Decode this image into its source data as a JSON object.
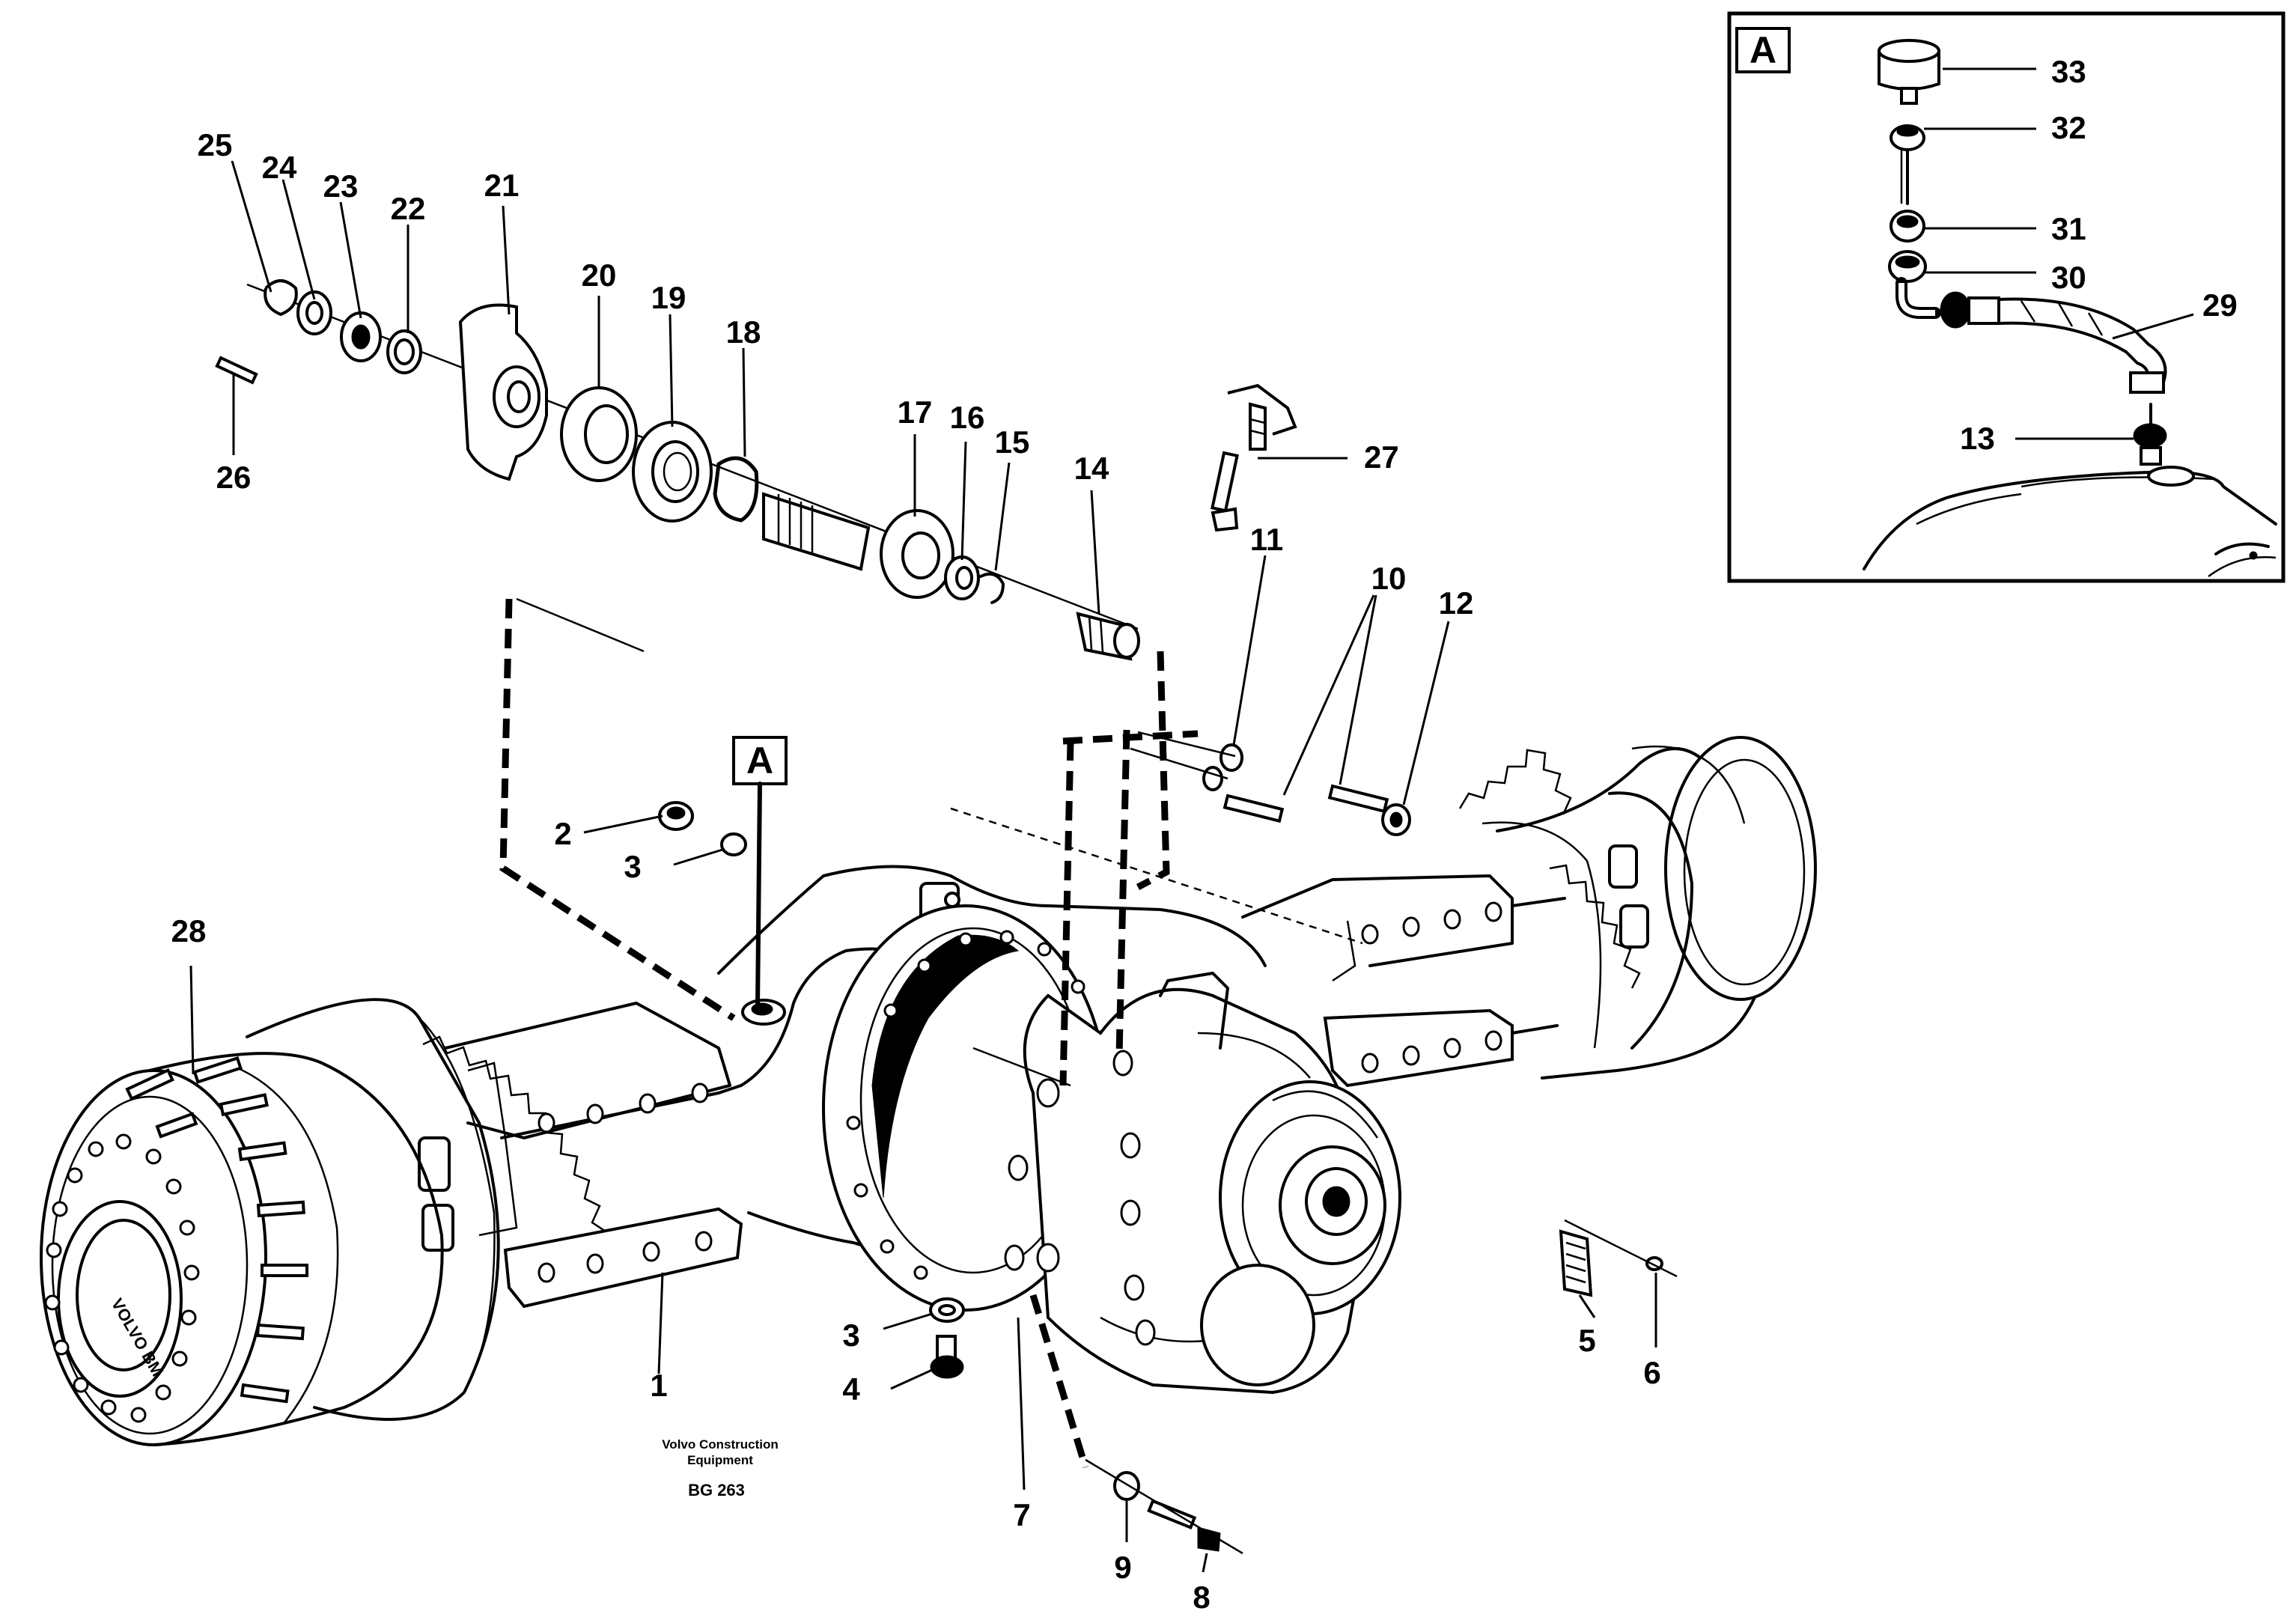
{
  "inset": {
    "letter": "A"
  },
  "callout": {
    "letter": "A"
  },
  "caption": {
    "line1": "Volvo Construction",
    "line2": "Equipment",
    "ref": "BG 263"
  },
  "labels": {
    "p1": "1",
    "p2": "2",
    "p3a": "3",
    "p3b": "3",
    "p4": "4",
    "p5": "5",
    "p6": "6",
    "p7": "7",
    "p8": "8",
    "p9": "9",
    "p10": "10",
    "p11": "11",
    "p12": "12",
    "p13": "13",
    "p14": "14",
    "p15": "15",
    "p16": "16",
    "p17": "17",
    "p18": "18",
    "p19": "19",
    "p20": "20",
    "p21": "21",
    "p22": "22",
    "p23": "23",
    "p24": "24",
    "p25": "25",
    "p26": "26",
    "p27": "27",
    "p28": "28",
    "p29": "29",
    "p30": "30",
    "p31": "31",
    "p32": "32",
    "p33": "33"
  },
  "colors": {
    "ink": "#000000",
    "paper": "#ffffff"
  }
}
